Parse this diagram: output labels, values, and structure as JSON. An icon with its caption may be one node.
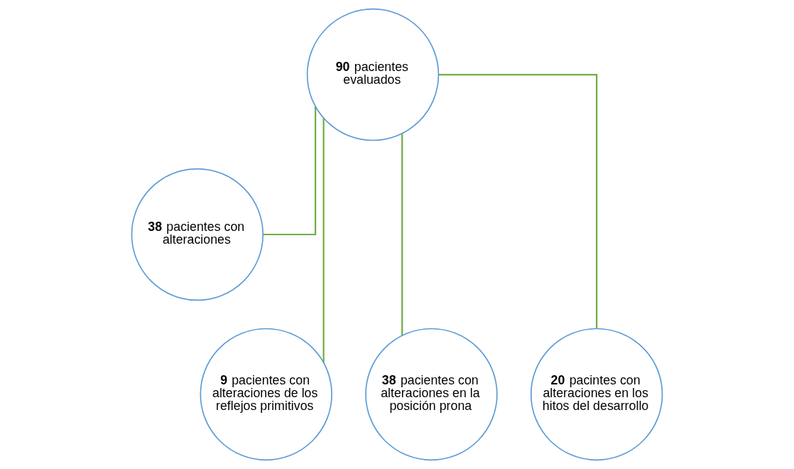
{
  "diagram": {
    "nodes": [
      {
        "text": [
          "**90** pacientes evaluados"
        ]
      },
      {
        "text": [
          "**38** pacientes con alteraciones"
        ]
      },
      {
        "text": [
          "**9** pacientes con alteraciones de los reflejos primitivos"
        ]
      },
      {
        "text": [
          "**38** pacientes con alteraciones en la posición prona"
        ]
      },
      {
        "text": [
          "**20** pacintes con alteraciones en los hitos del desarrollo"
        ]
      }
    ],
    "edges": [
      {
        "from": 0,
        "to": 1,
        "arrow": "none"
      },
      {
        "from": 0,
        "to": 2,
        "arrow": "none"
      },
      {
        "from": 0,
        "to": 3,
        "arrow": "none"
      },
      {
        "from": 0,
        "to": 4,
        "arrow": "none"
      }
    ]
  }
}
